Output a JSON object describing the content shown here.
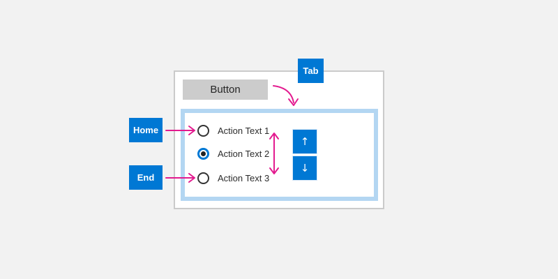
{
  "diagram": {
    "description_colors": {
      "background": "#f2f2f2",
      "accent_blue": "#0078d4",
      "annotation_magenta": "#e31a8f",
      "inner_panel_border": "#b3d6f2",
      "gray_button_fill": "#cccccc",
      "window_border": "#cbcbcb",
      "text_dark": "#2b2b2b"
    },
    "key_badges": {
      "tab": "Tab",
      "home": "Home",
      "end": "End"
    },
    "window": {
      "button_label": "Button",
      "radio_group": {
        "items": [
          {
            "label": "Action Text 1",
            "selected": false
          },
          {
            "label": "Action Text 2",
            "selected": true
          },
          {
            "label": "Action Text 3",
            "selected": false
          }
        ]
      },
      "spinner": {
        "up_icon": "↑",
        "down_icon": "↓"
      }
    },
    "annotations": [
      "curved arrow from Button toward inner panel (Tab focus move)",
      "arrow from Home badge to first radio",
      "arrow from End badge to last radio",
      "vertical double-headed arrow between radio list and spinner buttons (Up/Down keys)"
    ]
  }
}
